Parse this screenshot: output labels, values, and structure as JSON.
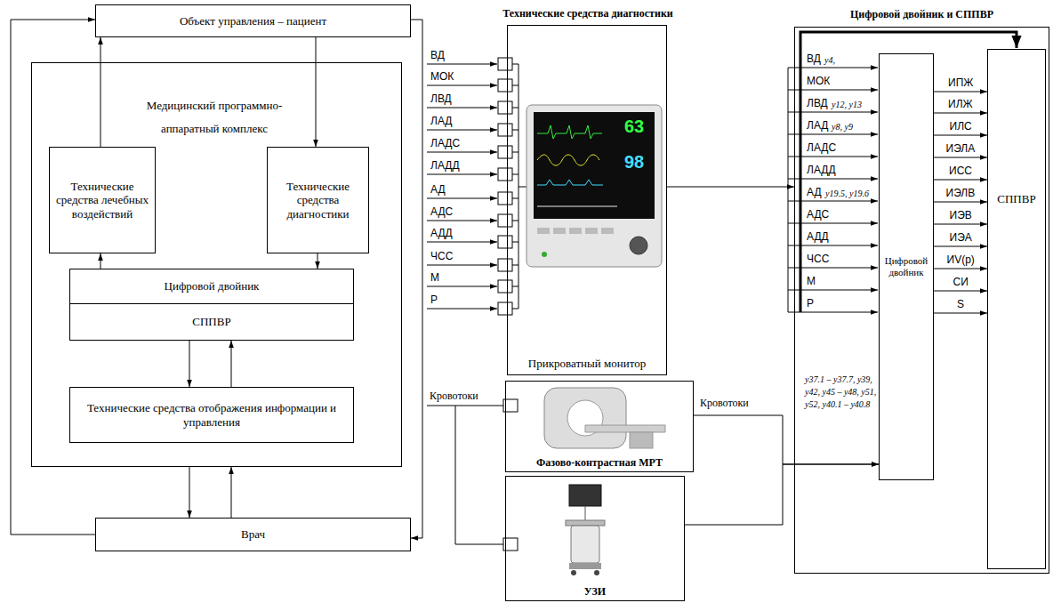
{
  "diagram": {
    "nodes": [
      {
        "text": [
          "Объект управления – пациент"
        ]
      },
      {
        "text": [
          "Медицинский программно-аппаратный комплекс"
        ]
      },
      {
        "text": [
          "Технические средства лечебных воздействий"
        ],
        "in": 1
      },
      {
        "text": [
          "Технические средства диагностики"
        ],
        "in": 1
      },
      {
        "text": [
          "Цифровой двойник"
        ],
        "in": 1
      },
      {
        "text": [
          "СППВР"
        ],
        "in": 1
      },
      {
        "text": [
          "Технические средства отображения информации и управления"
        ],
        "in": 1
      },
      {
        "text": [
          "Врач"
        ]
      },
      {
        "text": [
          "Технические средства диагностики",
          "Прикроватный монитор"
        ]
      },
      {
        "text": [
          "Фазово-контрастная МРТ"
        ]
      },
      {
        "text": [
          "УЗИ"
        ]
      },
      {
        "text": [
          "Цифровой двойник и СППВР"
        ]
      },
      {
        "text": [
          "Цифровой двойник"
        ],
        "in": 11
      },
      {
        "text": [
          "СППВР"
        ],
        "in": 11
      }
    ],
    "edges": [
      {
        "from": 2,
        "to": 0,
        "arrow": "to"
      },
      {
        "from": 0,
        "to": 3,
        "arrow": "to"
      },
      {
        "from": 3,
        "to": 4,
        "arrow": "to"
      },
      {
        "from": 4,
        "to": 2,
        "arrow": "to"
      },
      {
        "from": 5,
        "to": 6,
        "arrow": "to"
      },
      {
        "from": 6,
        "to": 5,
        "arrow": "to"
      },
      {
        "from": 1,
        "to": 7,
        "arrow": "to"
      },
      {
        "from": 7,
        "to": 1,
        "arrow": "to"
      },
      {
        "from": 7,
        "to": 0,
        "arrow": "to"
      },
      {
        "from": 0,
        "to": 7,
        "arrow": "to"
      },
      {
        "from": 8,
        "to": 11,
        "arrow": "to"
      },
      {
        "from": 9,
        "to": 12,
        "label": "Кровотоки",
        "arrow": "to"
      },
      {
        "from": 10,
        "to": 12,
        "arrow": "to"
      },
      {
        "from": 12,
        "to": 13,
        "label": "ИПЖ",
        "arrow": "to"
      },
      {
        "from": 12,
        "to": 13,
        "label": "ИЛЖ",
        "arrow": "to"
      },
      {
        "from": 12,
        "to": 13,
        "label": "ИЛС",
        "arrow": "to"
      },
      {
        "from": 12,
        "to": 13,
        "label": "ИЭЛА",
        "arrow": "to"
      },
      {
        "from": 12,
        "to": 13,
        "label": "ИСС",
        "arrow": "to"
      },
      {
        "from": 12,
        "to": 13,
        "label": "ИЭЛВ",
        "arrow": "to"
      },
      {
        "from": 12,
        "to": 13,
        "label": "ИЭВ",
        "arrow": "to"
      },
      {
        "from": 12,
        "to": 13,
        "label": "ИЭА",
        "arrow": "to"
      },
      {
        "from": 12,
        "to": 13,
        "label": "ИV(р)",
        "arrow": "to"
      },
      {
        "from": 12,
        "to": 13,
        "label": "СИ",
        "arrow": "to"
      },
      {
        "from": 12,
        "to": 13,
        "label": "S",
        "arrow": "to"
      }
    ],
    "labels": [
      "ВД",
      "МОК",
      "ЛВД",
      "ЛАД",
      "ЛАДС",
      "ЛАДД",
      "АД",
      "АДС",
      "АДД",
      "ЧСС",
      "М",
      "Р",
      "63",
      "98",
      "Кровотоки",
      "ВД",
      "y4,",
      "МОК",
      "ЛВД",
      "y12, y13",
      "ЛАД",
      "y8, y9",
      "ЛАДС",
      "ЛАДД",
      "АД",
      "y19.5, y19.6",
      "АДС",
      "АДД",
      "ЧСС",
      "М",
      "Р",
      "y37.1 – y37.7, y39, y42, y45 – y48, y51, y52, y40.1 – y40.8"
    ]
  }
}
